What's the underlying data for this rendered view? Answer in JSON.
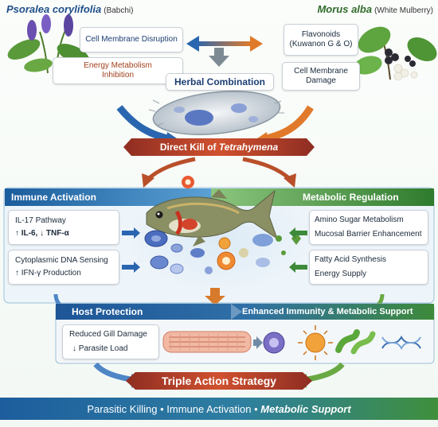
{
  "header": {
    "left_species": "Psoralea corylifolia",
    "left_common": "(Babchi)",
    "right_species": "Morus alba",
    "right_common": "(White Mulberry)"
  },
  "left_mechanisms": [
    "Cell Membrane Disruption",
    "Energy Metabolism Inhibition"
  ],
  "right_mechanisms": [
    "Flavonoids (Kuwanon G & O)",
    "Cell Membrane Damage"
  ],
  "center_label": "Herbal Combination",
  "direct_kill": {
    "prefix": "Direct Kill of ",
    "target": "Tetrahymena"
  },
  "immune": {
    "header": "Immune Activation",
    "pathway": "IL-17 Pathway",
    "markers": "↑ IL-6,  ↓ TNF-α",
    "dna_sensing": "Cytoplasmic DNA Sensing",
    "ifn": "↑ IFN-γ Production"
  },
  "metabolic": {
    "header": "Metabolic Regulation",
    "items": [
      "Amino Sugar Metabolism",
      "Mucosal Barrier Enhancement",
      "Fatty Acid Synthesis",
      "Energy Supply"
    ]
  },
  "host": {
    "header": "Host Protection",
    "support_header": "Enhanced Immunity & Metabolic Support",
    "items": [
      "Reduced Gill Damage",
      "↓ Parasite Load"
    ]
  },
  "strategy": {
    "title": "Triple Action Strategy",
    "part1": "Parasitic Killing",
    "sep": " • ",
    "part2": "Immune Activation",
    "part3": "Metabolic Support"
  },
  "colors": {
    "blue": "#1f5fa0",
    "green": "#3d8a3a",
    "orange": "#e07a2a",
    "red": "#c5432a"
  }
}
